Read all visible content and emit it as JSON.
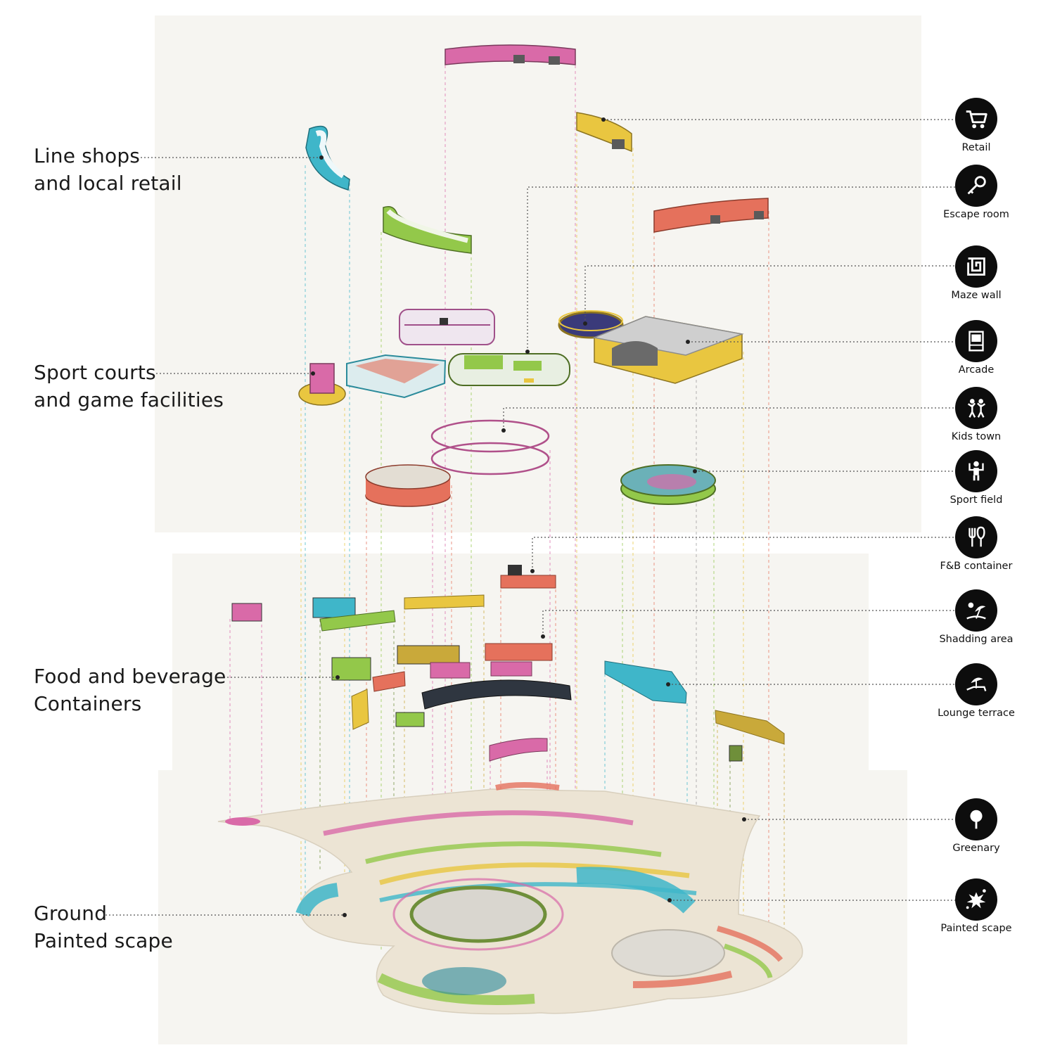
{
  "sections": [
    {
      "line1": "Line shops",
      "line2": "and local retail"
    },
    {
      "line1": "Sport courts",
      "line2": "and game facilities"
    },
    {
      "line1": "Food and beverage",
      "line2": "Containers"
    },
    {
      "line1": "Ground",
      "line2": "Painted scape"
    }
  ],
  "legend": [
    {
      "label": "Retail",
      "icon": "cart-icon"
    },
    {
      "label": "Escape room",
      "icon": "key-icon"
    },
    {
      "label": "Maze wall",
      "icon": "maze-icon"
    },
    {
      "label": "Arcade",
      "icon": "arcade-machine-icon"
    },
    {
      "label": "Kids town",
      "icon": "kids-icon"
    },
    {
      "label": "Sport field",
      "icon": "athlete-icon"
    },
    {
      "label": "F&B container",
      "icon": "cutlery-icon"
    },
    {
      "label": "Shadding area",
      "icon": "umbrella-sun-icon"
    },
    {
      "label": "Lounge terrace",
      "icon": "lounge-chair-icon"
    },
    {
      "label": "Greenary",
      "icon": "tree-icon"
    },
    {
      "label": "Painted scape",
      "icon": "paint-splash-icon"
    }
  ],
  "colors": {
    "pink": "#d96aa8",
    "cyan": "#3fb6c9",
    "yellow": "#e9c640",
    "green": "#93c84a",
    "coral": "#e5715c",
    "olive": "#6f8f3a",
    "panel": "#f5f4ef",
    "ground": "#ece4d4",
    "connector": "#555555"
  }
}
